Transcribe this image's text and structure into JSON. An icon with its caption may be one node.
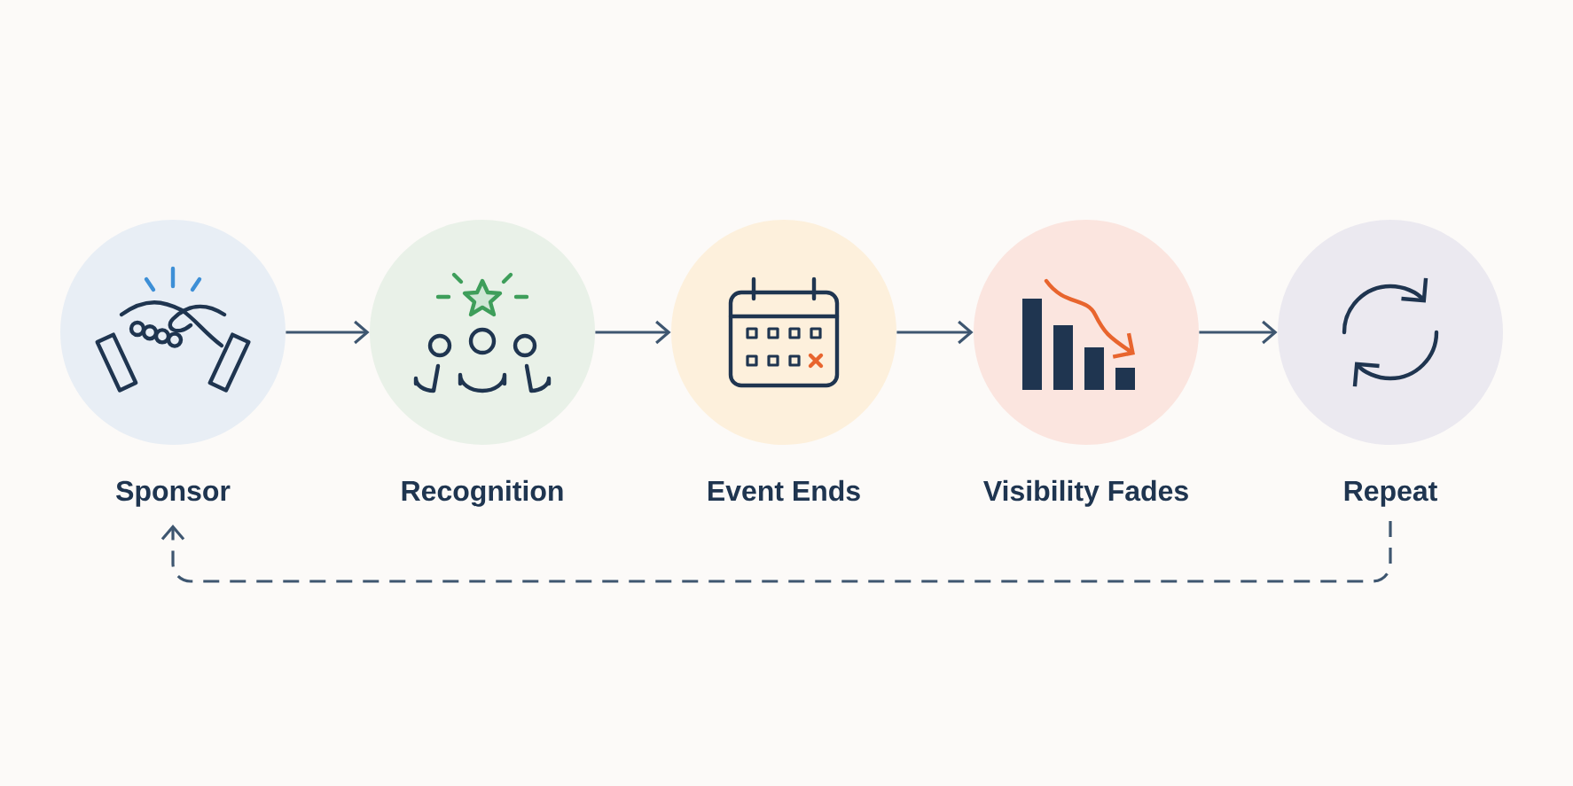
{
  "diagram": {
    "nodes": [
      {
        "text": [
          "Sponsor"
        ]
      },
      {
        "text": [
          "Recognition"
        ]
      },
      {
        "text": [
          "Event Ends"
        ]
      },
      {
        "text": [
          "Visibility Fades"
        ]
      },
      {
        "text": [
          "Repeat"
        ]
      }
    ],
    "edges": [
      {
        "from": 0,
        "to": 1,
        "arrow": "to"
      },
      {
        "from": 1,
        "to": 2,
        "arrow": "to"
      },
      {
        "from": 2,
        "to": 3,
        "arrow": "to"
      },
      {
        "from": 3,
        "to": 4,
        "arrow": "to"
      },
      {
        "from": 4,
        "to": 0,
        "arrow": "to",
        "style": "dashed"
      }
    ]
  }
}
